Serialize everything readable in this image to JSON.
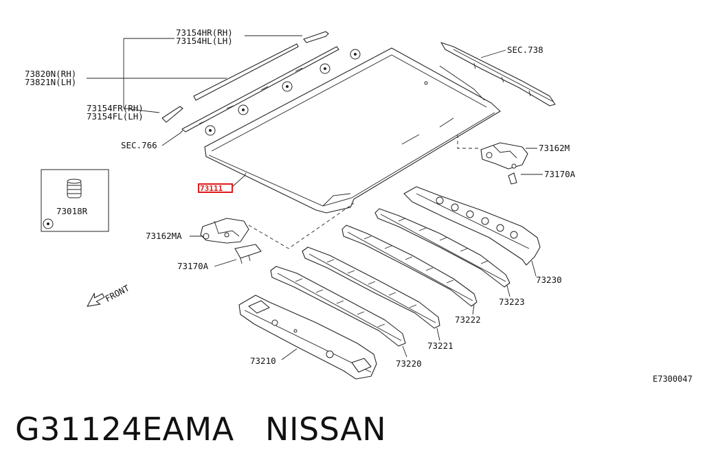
{
  "labels": {
    "p73154hr": "73154HR(RH)",
    "p73154hl": "73154HL(LH)",
    "p73820n": "73820N(RH)",
    "p73821n": "73821N(LH)",
    "p73154fr": "73154FR(RH)",
    "p73154fl": "73154FL(LH)",
    "sec766": "SEC.766",
    "sec738": "SEC.738",
    "p73111": "73111",
    "p73018r": "73018R",
    "p73162m": "73162M",
    "p73170a_r": "73170A",
    "p73162ma": "73162MA",
    "p73170a_l": "73170A",
    "front": "FRONT",
    "p73230": "73230",
    "p73223": "73223",
    "p73222": "73222",
    "p73221": "73221",
    "p73220": "73220",
    "p73210": "73210",
    "diagram_code": "E7300047"
  },
  "caption": "G31124EAMA   NISSAN",
  "highlight_color": "#e01818"
}
